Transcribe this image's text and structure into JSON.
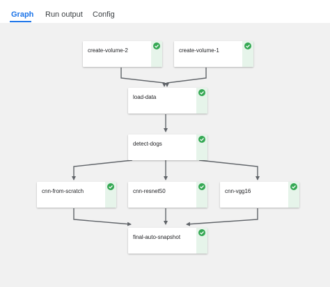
{
  "tabs": [
    {
      "label": "Graph",
      "active": true
    },
    {
      "label": "Run output",
      "active": false
    },
    {
      "label": "Config",
      "active": false
    }
  ],
  "nodes": {
    "create_volume_2": {
      "label": "create-volume-2",
      "status": "succeeded"
    },
    "create_volume_1": {
      "label": "create-volume-1",
      "status": "succeeded"
    },
    "load_data": {
      "label": "load-data",
      "status": "succeeded"
    },
    "detect_dogs": {
      "label": "detect-dogs",
      "status": "succeeded"
    },
    "cnn_from_scratch": {
      "label": "cnn-from-scratch",
      "status": "succeeded"
    },
    "cnn_resnet50": {
      "label": "cnn-resnet50",
      "status": "succeeded"
    },
    "cnn_vgg16": {
      "label": "cnn-vgg16",
      "status": "succeeded"
    },
    "final_auto_snapshot": {
      "label": "final-auto-snapshot",
      "status": "succeeded"
    }
  },
  "colors": {
    "accent": "#1a73e8",
    "success": "#34a853",
    "status_strip": "#e6f4ea",
    "edge": "#5f6368"
  }
}
